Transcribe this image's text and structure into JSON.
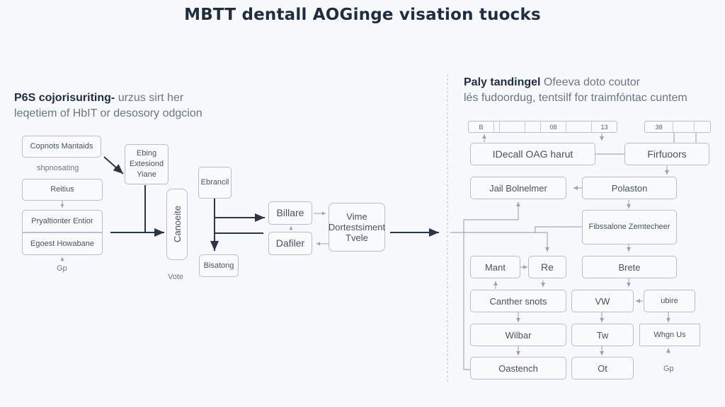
{
  "title": "MBTT dentall AOGinge visation tuocks",
  "left_panel": {
    "caption_bold": "P6S cojorisuriting-",
    "caption_rest": " urzus sirt her",
    "caption_line2": "leqetiem of HbIT or desosory odgcion",
    "nodes": {
      "copnots": "Copnots Mantaids",
      "shpnosating": "shpnosating",
      "reitius": "Reitius",
      "pryaltionter": "Pryaltionter Entior",
      "egoest": "Egoest Howabane",
      "gp_label": "Gp",
      "ebing": "Ebing Extesiond Yiane",
      "canpeite": "Canoeite",
      "vote": "Vote",
      "ebrancil": "Ebrancil",
      "bisatong": "Bisatong",
      "billare": "Billare",
      "dafiler": "Dafiler",
      "vime": "Vime Dortestsiment Tvele"
    }
  },
  "right_panel": {
    "caption_bold": "Paly tandingel",
    "caption_rest": " Ofeeva doto coutor",
    "caption_line2": "lés fudoordug, tentsilf for traimfóntac cuntem",
    "strip_a": [
      "B",
      "",
      "",
      "",
      "08",
      "",
      "13"
    ],
    "strip_b": [
      "38",
      "",
      ""
    ],
    "nodes": {
      "idecall": "IDecall OAG harut",
      "firfuoors": "Firfuoors",
      "jail": "Jail Bolnelmer",
      "polaston": "Polaston",
      "fibssalone": "Fibssalone Zemtecheer",
      "mant": "Mant",
      "re": "Re",
      "brete": "Brete",
      "canther": "Canther snots",
      "vw": "VW",
      "ubire": "ubire",
      "wilbar": "Wilbar",
      "tw": "Tw",
      "whgn": "Whgn Us",
      "oastench": "Oastench",
      "ot": "Ot",
      "gp_label": "Gp"
    }
  }
}
